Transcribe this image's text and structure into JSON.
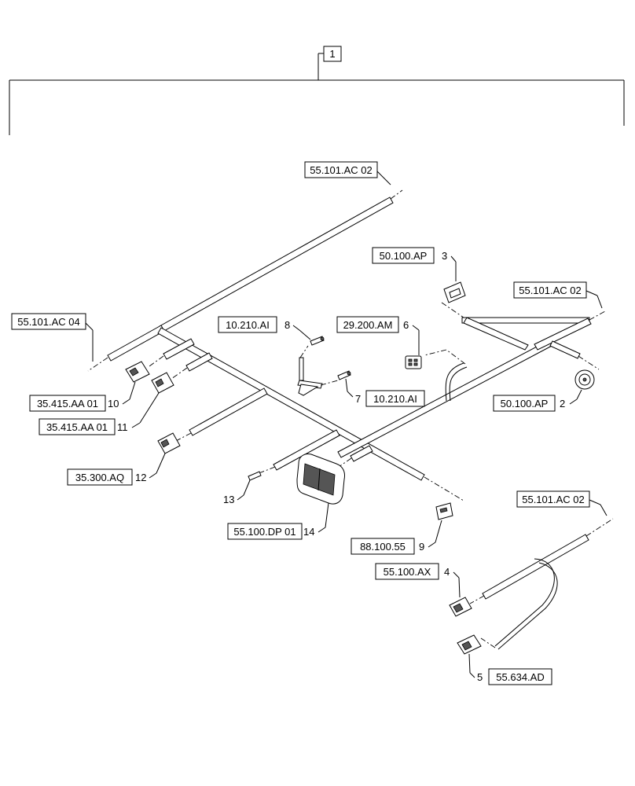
{
  "assembly": {
    "number": "1"
  },
  "refs": {
    "r_55101_top": "55.101.AC 02",
    "r_55101_left": "55.101.AC 04",
    "r_55101_right": "55.101.AC 02",
    "r_55101_lower": "55.101.AC 02",
    "r_50100_3": "50.100.AP",
    "r_50100_2": "50.100.AP",
    "r_10210_8": "10.210.AI",
    "r_29200_6": "29.200.AM",
    "r_10210_7": "10.210.AI",
    "r_35415_10": "35.415.AA 01",
    "r_35415_11": "35.415.AA 01",
    "r_35300_12": "35.300.AQ",
    "r_55100dp_14": "55.100.DP 01",
    "r_88100_9": "88.100.55",
    "r_55100ax_4": "55.100.AX",
    "r_55634_5": "55.634.AD"
  },
  "items": {
    "n2": "2",
    "n3": "3",
    "n4": "4",
    "n5": "5",
    "n6": "6",
    "n7": "7",
    "n8": "8",
    "n9": "9",
    "n10": "10",
    "n11": "11",
    "n12": "12",
    "n13": "13",
    "n14": "14"
  }
}
